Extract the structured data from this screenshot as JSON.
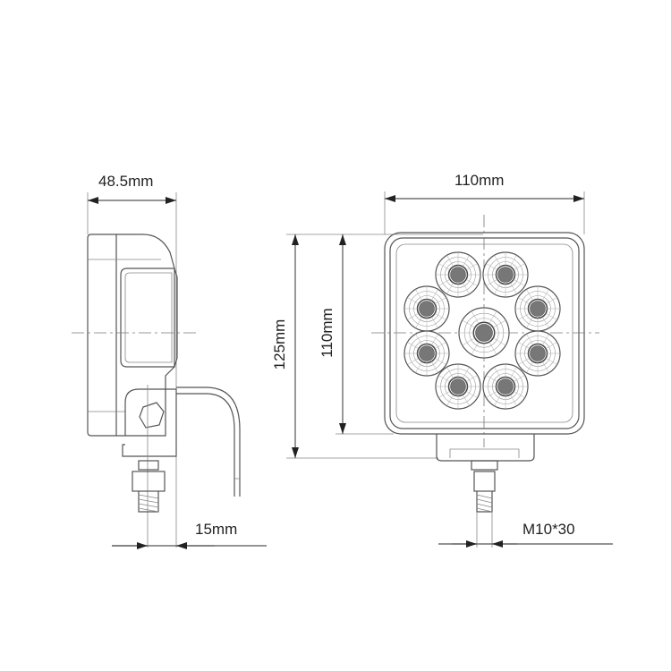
{
  "dimensions": {
    "side_depth": "48.5mm",
    "front_width": "110mm",
    "total_height": "125mm",
    "housing_height": "110mm",
    "bolt_offset": "15mm",
    "bolt_spec": "M10*30"
  },
  "colors": {
    "line": "#555555",
    "led": "#777777"
  }
}
